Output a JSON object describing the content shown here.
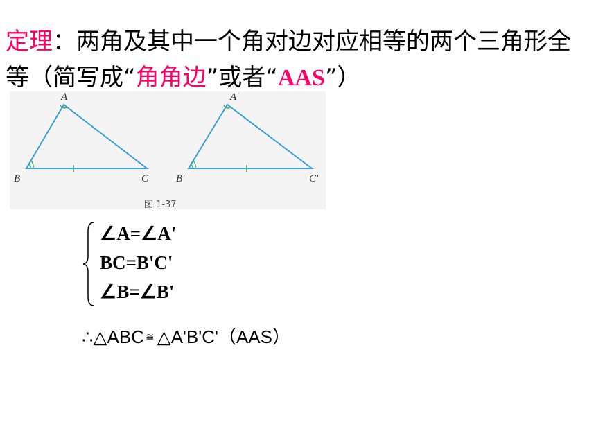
{
  "theorem": {
    "label": "定理",
    "colon": "：",
    "text1": "两角及其中一个角对边对应相等的两个三角形全等（简写成",
    "quote_open": "“",
    "short_name": "角角边",
    "quote_close": "”",
    "or": "或者",
    "abbr": "AAS",
    "end": "）"
  },
  "figure": {
    "tri1": {
      "A": "A",
      "B": "B",
      "C": "C"
    },
    "tri2": {
      "A": "A′",
      "B": "B′",
      "C": "C′"
    },
    "caption": "图 1-37"
  },
  "conditions": [
    "∠A=∠A'",
    "BC=B'C'",
    "∠B=∠B'"
  ],
  "conclusion": {
    "therefore": "∴",
    "left": "△ABC",
    "cong": "≅",
    "right": "△A'B'C'（AAS）"
  },
  "colors": {
    "accent": "#ff0066",
    "line": "#3a9fd6",
    "tick": "#2fa84f"
  }
}
